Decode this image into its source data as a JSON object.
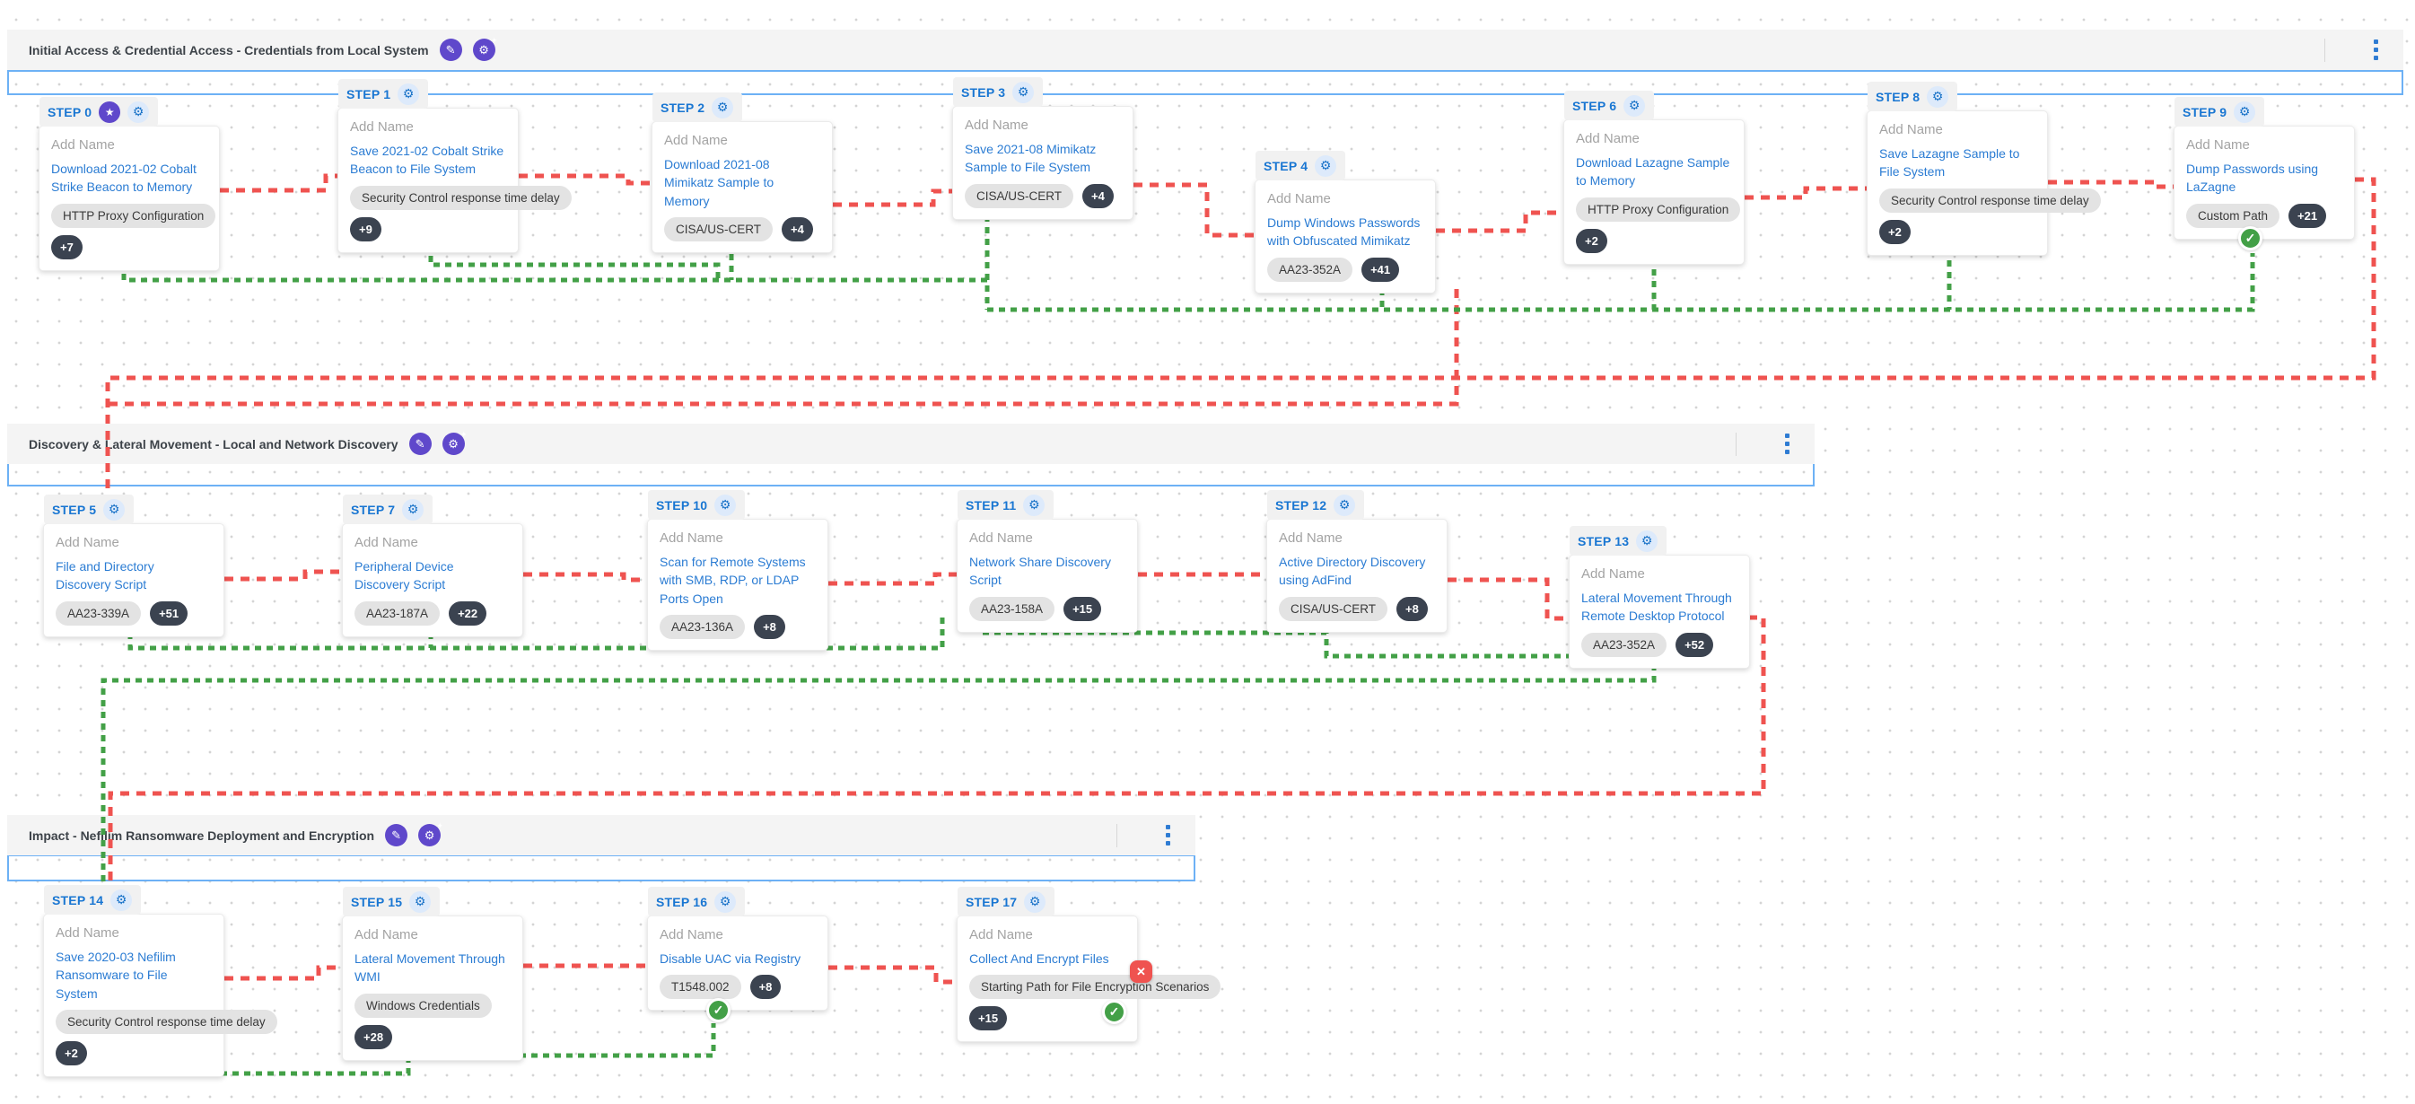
{
  "colors": {
    "red": "#ef5350",
    "green": "#43a047",
    "purple": "#5f48cb",
    "step_blue": "#1976d2",
    "lane_border": "#6db1f5",
    "dark_badge": "#3b4350"
  },
  "icons": {
    "edit": "pencil-icon",
    "auto": "gear-sparkle-icon",
    "menu": "kebab-menu",
    "step_settings": "gear-icon",
    "favorite": "star-icon",
    "passed": "check-icon",
    "failed": "x-icon"
  },
  "sections": [
    {
      "title": "Initial Access & Credential Access - Credentials from Local System",
      "steps": [
        {
          "id": "STEP 0",
          "placeholder": "Add Name",
          "action": "Download 2021-02 Cobalt Strike Beacon to Memory",
          "tag": "HTTP Proxy Configuration",
          "more": "+7",
          "starred": true
        },
        {
          "id": "STEP 1",
          "placeholder": "Add Name",
          "action": "Save 2021-02 Cobalt Strike Beacon to File System",
          "tag": "Security Control response time delay",
          "more": "+9"
        },
        {
          "id": "STEP 2",
          "placeholder": "Add Name",
          "action": "Download 2021-08 Mimikatz Sample to Memory",
          "tag": "CISA/US-CERT",
          "more": "+4"
        },
        {
          "id": "STEP 3",
          "placeholder": "Add Name",
          "action": "Save 2021-08 Mimikatz Sample to File System",
          "tag": "CISA/US-CERT",
          "more": "+4"
        },
        {
          "id": "STEP 4",
          "placeholder": "Add Name",
          "action": "Dump Windows Passwords with Obfuscated Mimikatz",
          "tag": "AA23-352A",
          "more": "+41"
        },
        {
          "id": "STEP 6",
          "placeholder": "Add Name",
          "action": "Download Lazagne Sample to Memory",
          "tag": "HTTP Proxy Configuration",
          "more": "+2"
        },
        {
          "id": "STEP 8",
          "placeholder": "Add Name",
          "action": "Save Lazagne Sample to File System",
          "tag": "Security Control response time delay",
          "more": "+2"
        },
        {
          "id": "STEP 9",
          "placeholder": "Add Name",
          "action": "Dump Passwords using LaZagne",
          "tag": "Custom Path",
          "more": "+21",
          "status": "passed"
        }
      ]
    },
    {
      "title": "Discovery & Lateral Movement - Local and Network Discovery",
      "steps": [
        {
          "id": "STEP 5",
          "placeholder": "Add Name",
          "action": "File and Directory Discovery Script",
          "tag": "AA23-339A",
          "more": "+51"
        },
        {
          "id": "STEP 7",
          "placeholder": "Add Name",
          "action": "Peripheral Device Discovery Script",
          "tag": "AA23-187A",
          "more": "+22"
        },
        {
          "id": "STEP 10",
          "placeholder": "Add Name",
          "action": "Scan for Remote Systems with SMB, RDP, or LDAP Ports Open",
          "tag": "AA23-136A",
          "more": "+8"
        },
        {
          "id": "STEP 11",
          "placeholder": "Add Name",
          "action": "Network Share Discovery Script",
          "tag": "AA23-158A",
          "more": "+15"
        },
        {
          "id": "STEP 12",
          "placeholder": "Add Name",
          "action": "Active Directory Discovery using AdFind",
          "tag": "CISA/US-CERT",
          "more": "+8"
        },
        {
          "id": "STEP 13",
          "placeholder": "Add Name",
          "action": "Lateral Movement Through Remote Desktop Protocol",
          "tag": "AA23-352A",
          "more": "+52"
        }
      ]
    },
    {
      "title": "Impact - Nefilim Ransomware Deployment and Encryption",
      "steps": [
        {
          "id": "STEP 14",
          "placeholder": "Add Name",
          "action": "Save 2020-03 Nefilim Ransomware to File System",
          "tag": "Security Control response time delay",
          "more": "+2"
        },
        {
          "id": "STEP 15",
          "placeholder": "Add Name",
          "action": "Lateral Movement Through WMI",
          "tag": "Windows Credentials",
          "more": "+28"
        },
        {
          "id": "STEP 16",
          "placeholder": "Add Name",
          "action": "Disable UAC via Registry",
          "tag": "T1548.002",
          "more": "+8",
          "status": "passed"
        },
        {
          "id": "STEP 17",
          "placeholder": "Add Name",
          "action": "Collect And Encrypt Files",
          "tag": "Starting Path for File Encryption Scenarios",
          "more": "+15",
          "status": "passed-with-error"
        }
      ]
    }
  ]
}
